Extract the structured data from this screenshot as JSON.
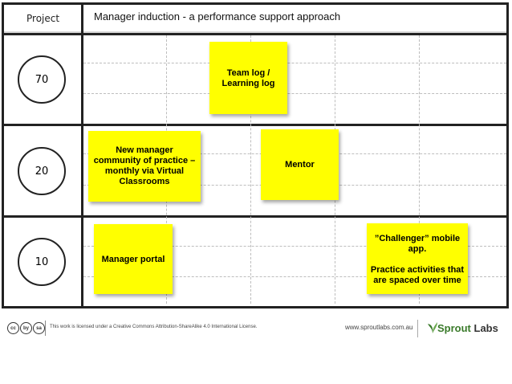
{
  "header": {
    "project_label": "Project",
    "title": "Manager induction  - a performance support approach"
  },
  "rows": [
    {
      "level": "70"
    },
    {
      "level": "20"
    },
    {
      "level": "10"
    }
  ],
  "notes": [
    {
      "text": "Team log /\nLearning log"
    },
    {
      "text": "New manager\ncommunity of practice –\nmonthly via Virtual\nClassrooms"
    },
    {
      "text": "Mentor"
    },
    {
      "text": "Manager portal"
    },
    {
      "text": "”Challenger” mobile\napp.\n\nPractice activities that\nare spaced over time"
    }
  ],
  "footer": {
    "cc_icons": [
      "cc",
      "by",
      "sa"
    ],
    "license_text": "This work is licensed under a Creative Commons Attribution-ShareAlike 4.0 International License.",
    "site": "www.sproutlabs.com.au",
    "brand_part1": "Sprout",
    "brand_part2": " Labs"
  },
  "colors": {
    "note_fill": "#ffff00",
    "brand_green": "#3a7a2a"
  }
}
